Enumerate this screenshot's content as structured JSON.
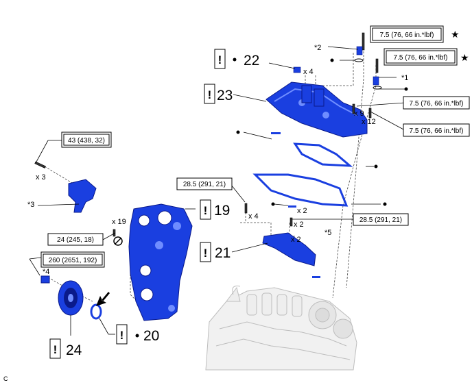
{
  "torques": {
    "t1": "7.5 (76, 66 in.*lbf)",
    "t2": "7.5 (76, 66 in.*lbf)",
    "t3": "7.5 (76, 66 in.*lbf)",
    "t4": "7.5 (76, 66 in.*lbf)",
    "t5": "43 (438, 32)",
    "t6": "28.5 (291, 21)",
    "t7": "28.5 (291, 21)",
    "t8": "24 (245, 18)",
    "t9": "260 (2651, 192)"
  },
  "quantities": {
    "q22": "x 4",
    "q9": "x 9",
    "q12": "x 12",
    "q3": "x 3",
    "q4": "x 4",
    "q2a": "x 2",
    "q2b": "x 2",
    "q2c": "x 2",
    "q19": "x 19"
  },
  "refs": {
    "r1": "*1",
    "r2": "*2",
    "r3": "*3",
    "r4": "*4",
    "r5": "*5"
  },
  "parts": {
    "p22": "22",
    "p23": "23",
    "p19": "19",
    "p21": "21",
    "p20": "20",
    "p24": "24"
  },
  "symbols": {
    "star": "★",
    "exclaim": "!",
    "bullet": "●"
  },
  "corner": "C",
  "colors": {
    "part_blue": "#1a3fe0",
    "part_dark": "#0a1a8a",
    "engine_gray": "#d8d8d8"
  }
}
